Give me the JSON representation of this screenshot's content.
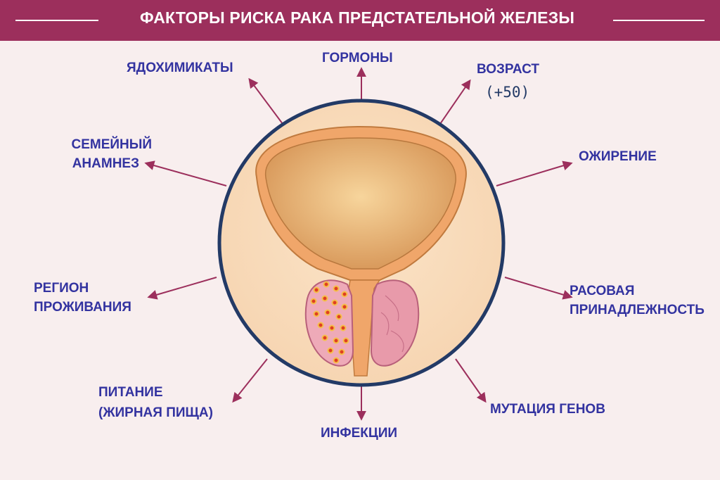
{
  "header": {
    "title": "ФАКТОРЫ РИСКА РАКА ПРЕДСТАТЕЛЬНОЙ ЖЕЛЕЗЫ"
  },
  "factors": {
    "pesticides": "ЯДОХИМИКАТЫ",
    "hormones": "ГОРМОНЫ",
    "age": "ВОЗРАСТ",
    "age_note": "(+50)",
    "family_history_1": "СЕМЕЙНЫЙ",
    "family_history_2": "АНАМНЕЗ",
    "obesity": "ОЖИРЕНИЕ",
    "region_1": "РЕГИОН",
    "region_2": "ПРОЖИВАНИЯ",
    "race_1": "РАСОВАЯ",
    "race_2": "ПРИНАДЛЕЖНОСТЬ",
    "diet_1": "ПИТАНИЕ",
    "diet_2": "(ЖИРНАЯ ПИЩА)",
    "infections": "ИНФЕКЦИИ",
    "gene_mutation": "МУТАЦИЯ ГЕНОВ"
  },
  "colors": {
    "header": "#9c2f5c",
    "label": "#3333a0",
    "arrow": "#9c2f5c",
    "circle_border": "#233a66"
  }
}
